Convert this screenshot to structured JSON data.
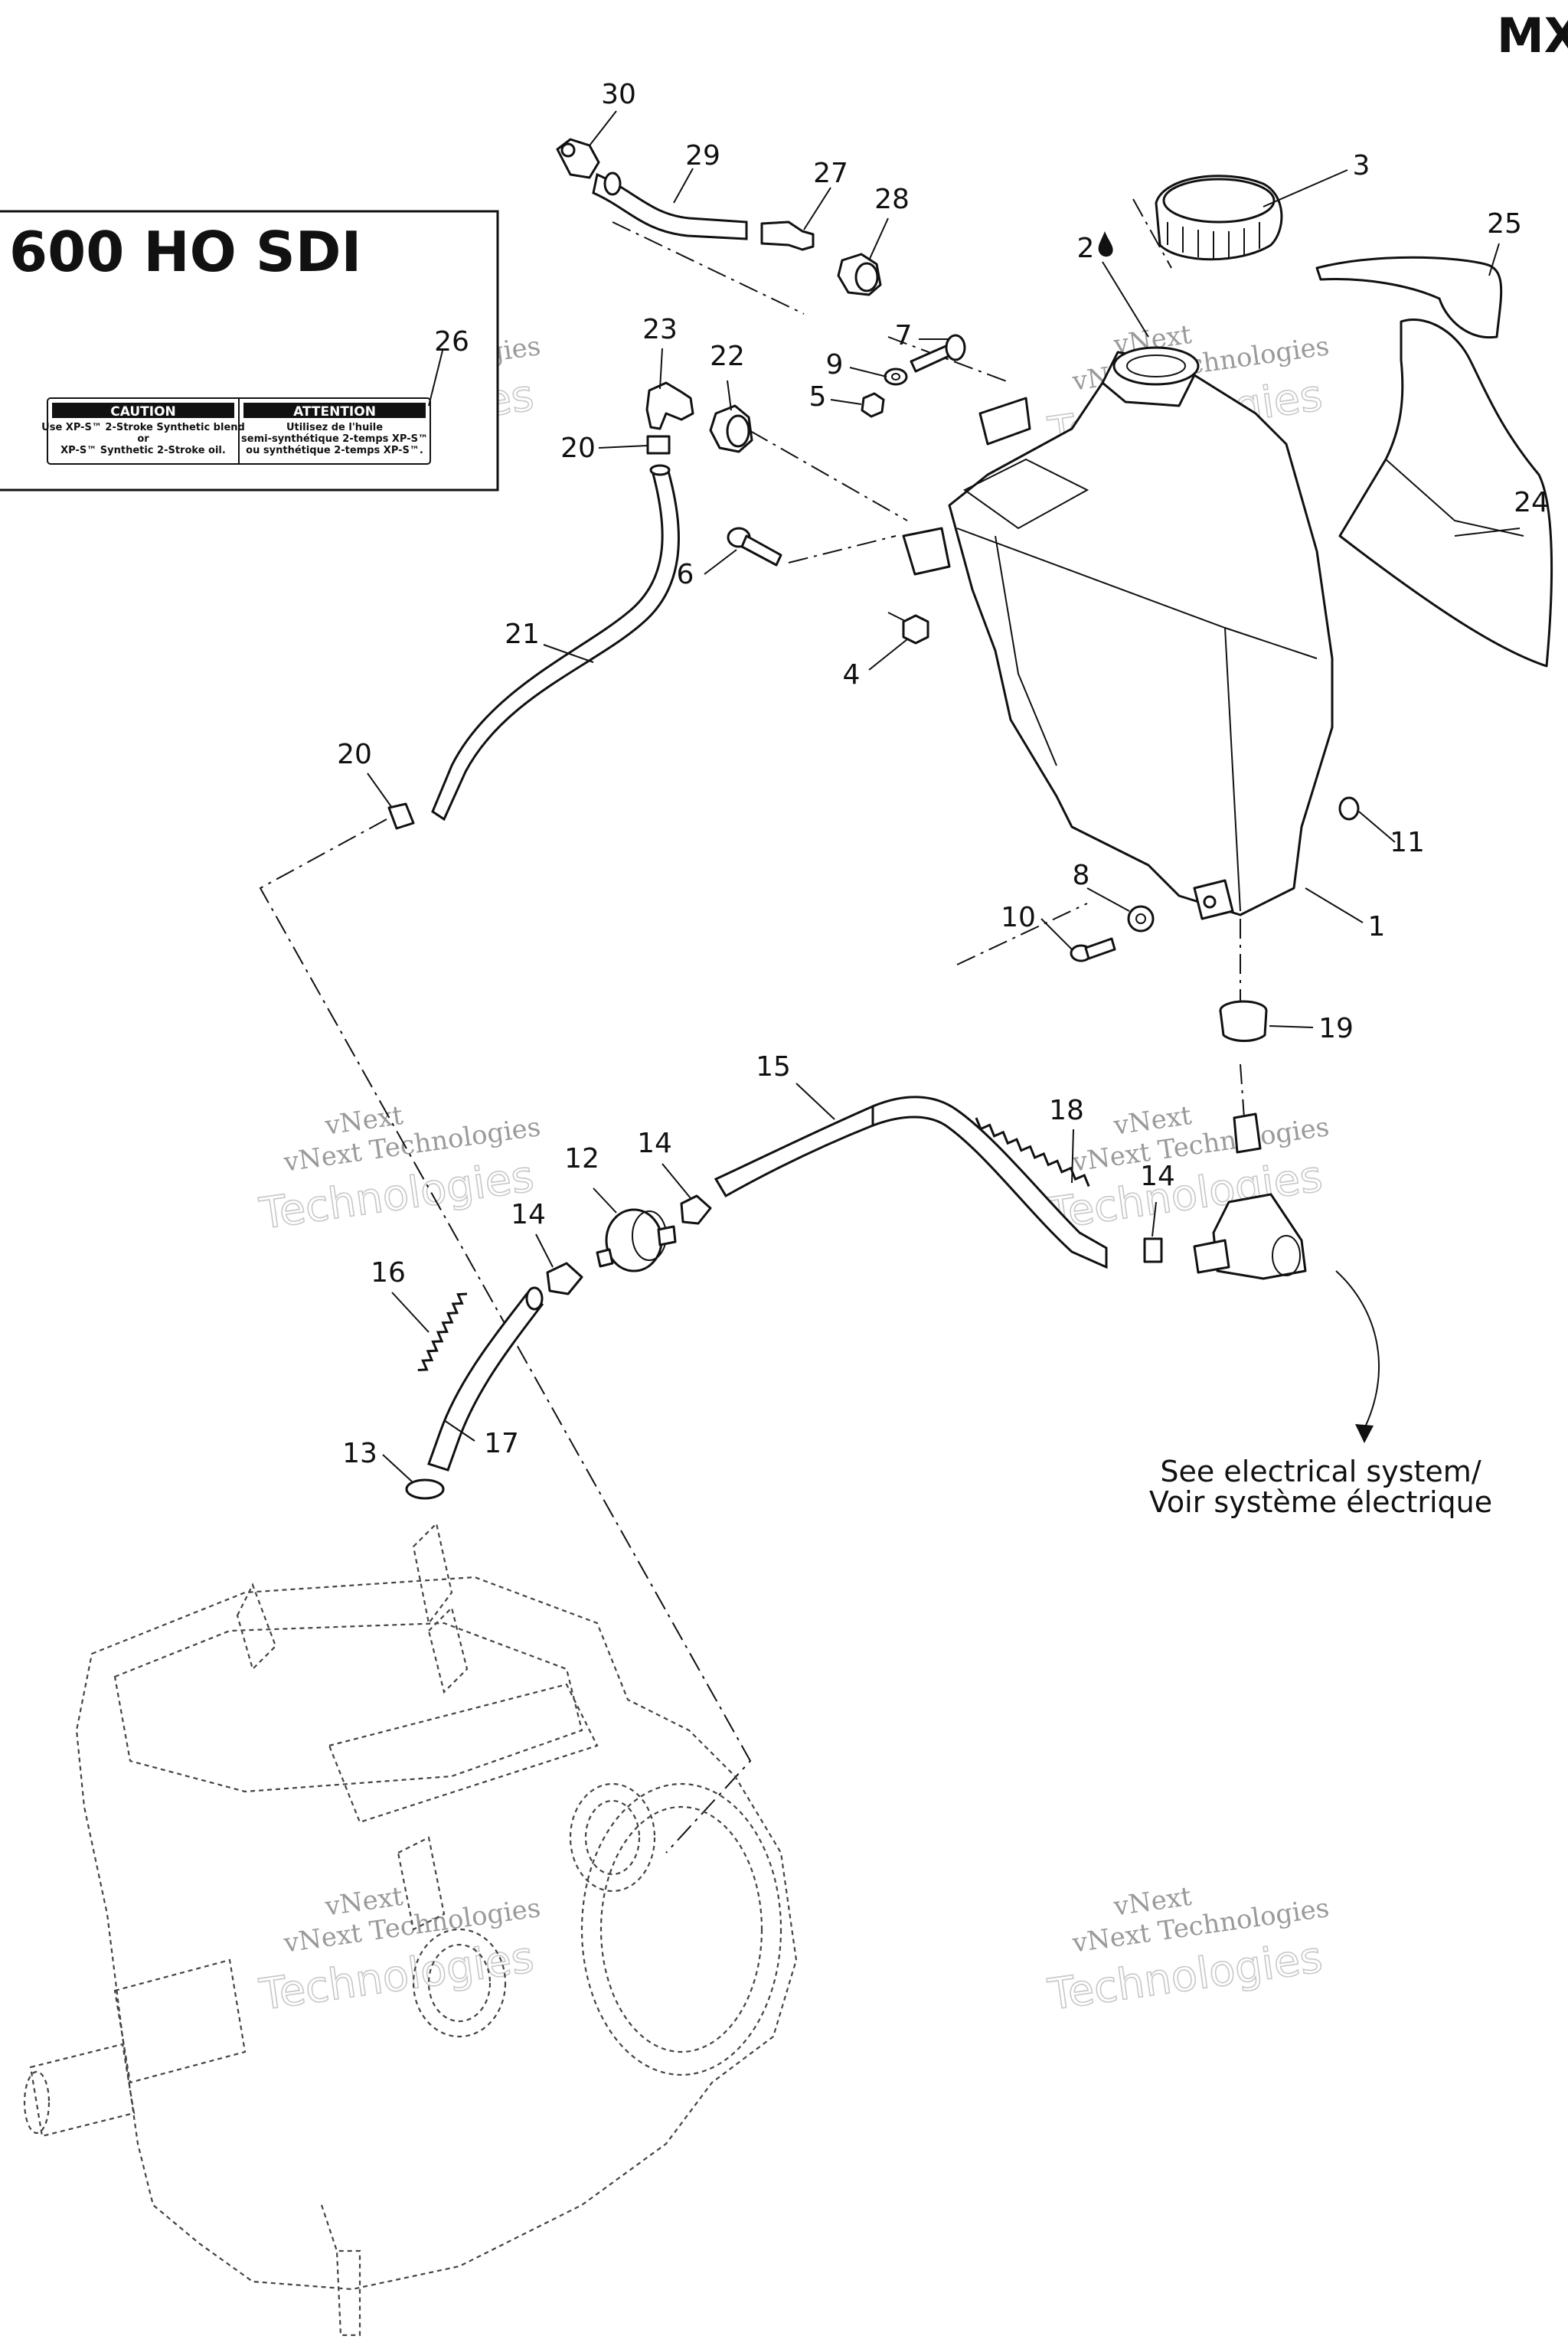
{
  "header": {
    "model_code": "MX"
  },
  "model_box": {
    "model_name": "600 HO SDI"
  },
  "caution_label": {
    "en_title": "CAUTION",
    "en_line1": "Use XP-S™ 2-Stroke Synthetic blend",
    "en_line2": "or",
    "en_line3": "XP-S™ Synthetic 2-Stroke oil.",
    "fr_title": "ATTENTION",
    "fr_line1": "Utilisez de l'huile",
    "fr_line2": "semi-synthétique 2-temps XP-S™",
    "fr_line3": "ou synthétique 2-temps XP-S™."
  },
  "callouts": [
    {
      "id": "c1",
      "text": "1"
    },
    {
      "id": "c2",
      "text": "2"
    },
    {
      "id": "c3",
      "text": "3"
    },
    {
      "id": "c4",
      "text": "4"
    },
    {
      "id": "c5",
      "text": "5"
    },
    {
      "id": "c6",
      "text": "6"
    },
    {
      "id": "c7",
      "text": "7"
    },
    {
      "id": "c8",
      "text": "8"
    },
    {
      "id": "c9",
      "text": "9"
    },
    {
      "id": "c10",
      "text": "10"
    },
    {
      "id": "c11",
      "text": "11"
    },
    {
      "id": "c12",
      "text": "12"
    },
    {
      "id": "c13",
      "text": "13"
    },
    {
      "id": "c14a",
      "text": "14"
    },
    {
      "id": "c14b",
      "text": "14"
    },
    {
      "id": "c14c",
      "text": "14"
    },
    {
      "id": "c15",
      "text": "15"
    },
    {
      "id": "c16",
      "text": "16"
    },
    {
      "id": "c17",
      "text": "17"
    },
    {
      "id": "c18",
      "text": "18"
    },
    {
      "id": "c19",
      "text": "19"
    },
    {
      "id": "c20a",
      "text": "20"
    },
    {
      "id": "c20b",
      "text": "20"
    },
    {
      "id": "c21",
      "text": "21"
    },
    {
      "id": "c22",
      "text": "22"
    },
    {
      "id": "c23",
      "text": "23"
    },
    {
      "id": "c24",
      "text": "24"
    },
    {
      "id": "c25",
      "text": "25"
    },
    {
      "id": "c26",
      "text": "26"
    },
    {
      "id": "c27",
      "text": "27"
    },
    {
      "id": "c28",
      "text": "28"
    },
    {
      "id": "c29",
      "text": "29"
    },
    {
      "id": "c30",
      "text": "30"
    }
  ],
  "electrical_note": {
    "line1": "See electrical system/",
    "line2": "Voir système électrique"
  },
  "watermark": {
    "small_line1": "vNext",
    "small_line2": "vNext Technologies",
    "large": "Technologies"
  }
}
